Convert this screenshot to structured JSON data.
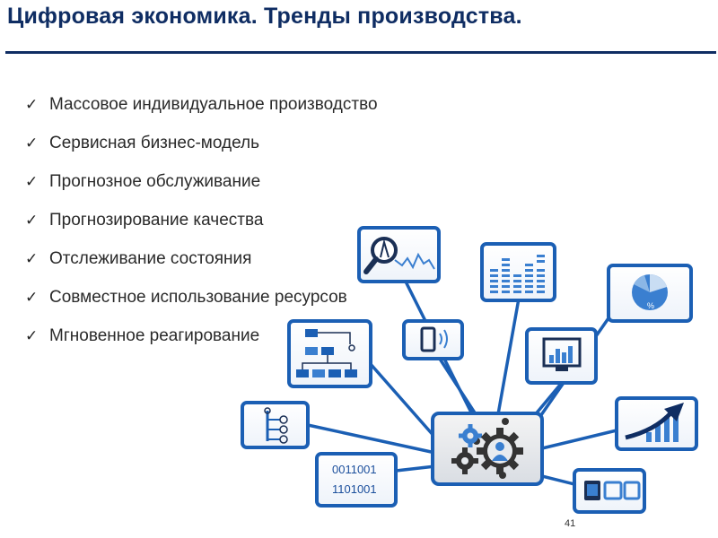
{
  "slide": {
    "title": "Цифровая экономика. Тренды производства.",
    "page_number": "41"
  },
  "bullets": [
    {
      "check": "✓",
      "text": "Массовое индивидуальное производство"
    },
    {
      "check": "✓",
      "text": "Сервисная бизнес-модель"
    },
    {
      "check": "✓",
      "text": "Прогнозное обслуживание"
    },
    {
      "check": "✓",
      "text": "Прогнозирование качества"
    },
    {
      "check": "✓",
      "text": "Отслеживание состояния"
    },
    {
      "check": "✓",
      "text": "Совместное использование ресурсов"
    },
    {
      "check": "✓",
      "text": "Мгновенное реагирование"
    }
  ],
  "diagram": {
    "binary_line_1": "0011001",
    "binary_line_2": "1101001",
    "pie_label": "%",
    "icons": [
      "magnifier-chart-icon",
      "equalizer-icon",
      "pie-chart-icon",
      "mobile-signal-icon",
      "monitor-chart-icon",
      "flowchart-icon",
      "tree-list-icon",
      "growth-arrow-icon",
      "binary-data-icon",
      "devices-icon",
      "gears-person-icon"
    ]
  },
  "colors": {
    "title": "#0f2d63",
    "rule": "#0f2d63",
    "diagram_blue": "#1b4f9c",
    "diagram_light": "#3a7fd0"
  }
}
